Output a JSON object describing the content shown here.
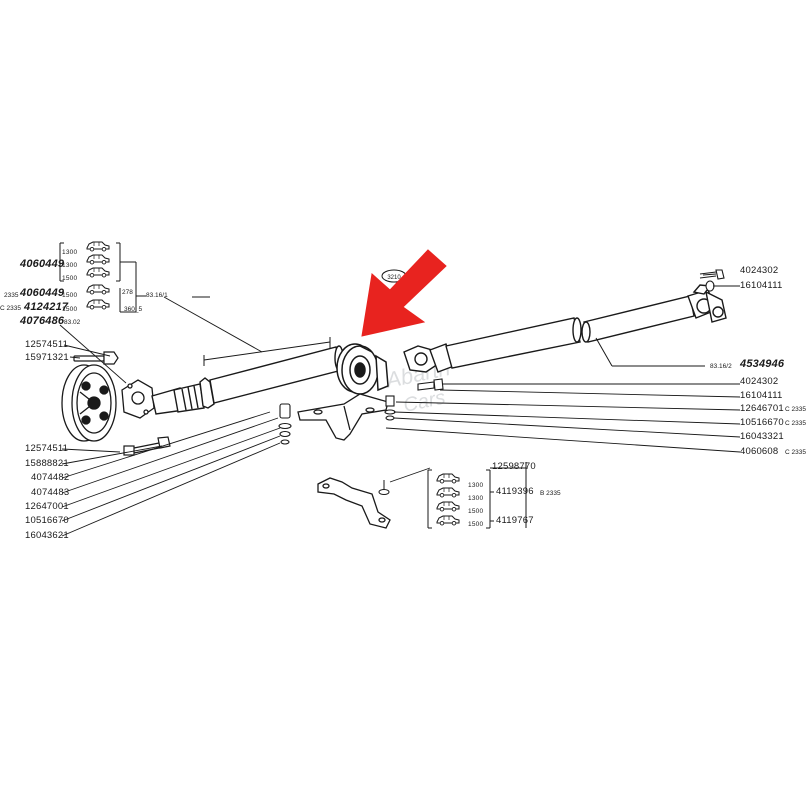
{
  "arrow_color": "#e8231f",
  "line_color": "#1a1a1a",
  "left_top": {
    "group_part": "4060449",
    "alt_part_a": "4060449",
    "alt_part_b": "4124217",
    "flange_part": "4076486",
    "prefix_a": "2335",
    "prefix_b": "C 2335",
    "year_1": "1300",
    "year_2": "1300",
    "year_3": "1500",
    "year_4": "1500",
    "year_5": "1500",
    "tag_278": "278",
    "tag_360": "360_5",
    "ref_8316_1": "83.16/1",
    "ref_8302": "83.02"
  },
  "left_list": [
    "12574511",
    "15971321",
    "12574511",
    "15888821",
    "4074482",
    "4074483",
    "12647001",
    "10516670",
    "16043621"
  ],
  "circle_ref": "3210",
  "right_top": {
    "bolt": "4024302",
    "nut": "16104111",
    "main_shaft": "4534946",
    "ref_8316_2": "83.16/2"
  },
  "right_list": [
    {
      "part": "4024302",
      "suffix": ""
    },
    {
      "part": "16104111",
      "suffix": ""
    },
    {
      "part": "12646701",
      "suffix": "C 2335"
    },
    {
      "part": "10516670",
      "suffix": "C 2335"
    },
    {
      "part": "16043321",
      "suffix": ""
    },
    {
      "part": "4060608",
      "suffix": "C 2335"
    }
  ],
  "bottom_group": {
    "washer": "12598770",
    "bracket_a": "4119396",
    "bracket_a_suffix": "B 2335",
    "bracket_b": "4119767",
    "year_1": "1300",
    "year_2": "1300",
    "year_3": "1500",
    "year_4": "1500"
  },
  "watermark": {
    "line1": "Abarth",
    "line2": "Cars"
  }
}
